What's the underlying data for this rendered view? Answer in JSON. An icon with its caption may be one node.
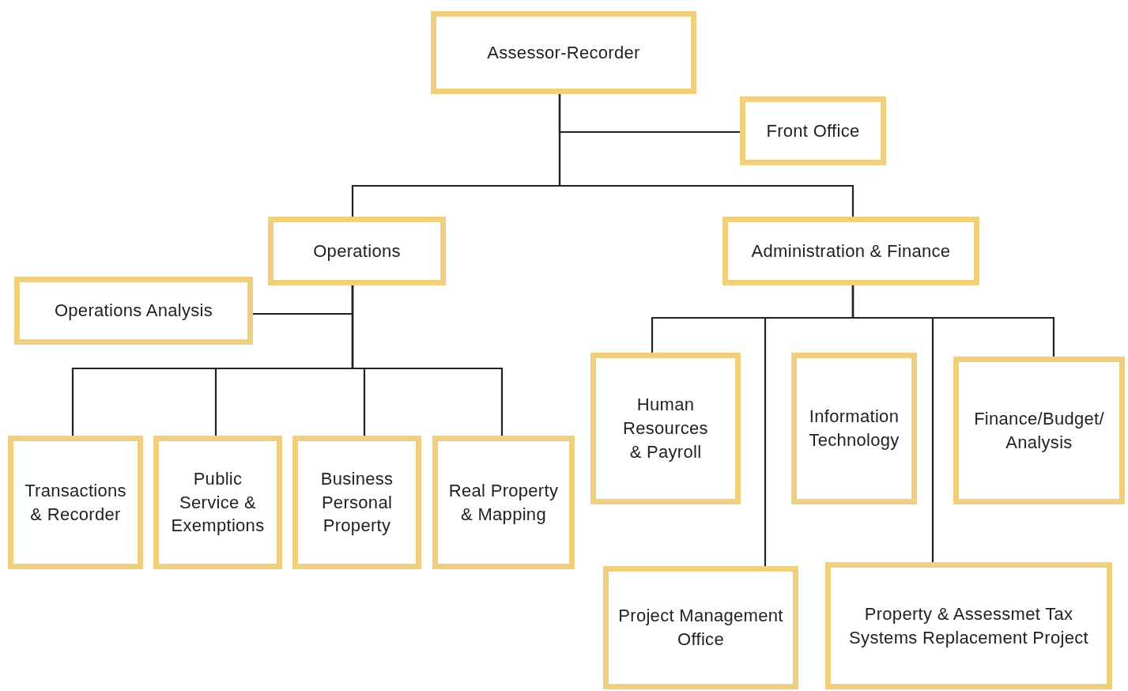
{
  "diagram": {
    "nodes": [
      {
        "text": [
          "Assessor-Recorder"
        ]
      },
      {
        "text": [
          "Front Office"
        ]
      },
      {
        "text": [
          "Operations"
        ]
      },
      {
        "text": [
          "Administration & Finance"
        ]
      },
      {
        "text": [
          "Operations Analysis"
        ]
      },
      {
        "text": [
          "Transactions & Recorder"
        ]
      },
      {
        "text": [
          "Public Service & Exemptions"
        ]
      },
      {
        "text": [
          "Business Personal Property"
        ]
      },
      {
        "text": [
          "Real Property & Mapping"
        ]
      },
      {
        "text": [
          "Human Resources & Payroll"
        ]
      },
      {
        "text": [
          "Information Technology"
        ]
      },
      {
        "text": [
          "Finance/Budget/ Analysis"
        ]
      },
      {
        "text": [
          "Project Management Office"
        ]
      },
      {
        "text": [
          "Property & Assessmet Tax Systems Replacement Project"
        ]
      }
    ],
    "edges": [
      {
        "from": 0,
        "to": 1,
        "arrow": "none"
      },
      {
        "from": 0,
        "to": 2,
        "arrow": "none"
      },
      {
        "from": 0,
        "to": 3,
        "arrow": "none"
      },
      {
        "from": 2,
        "to": 4,
        "arrow": "none"
      },
      {
        "from": 2,
        "to": 5,
        "arrow": "none"
      },
      {
        "from": 2,
        "to": 6,
        "arrow": "none"
      },
      {
        "from": 2,
        "to": 7,
        "arrow": "none"
      },
      {
        "from": 2,
        "to": 8,
        "arrow": "none"
      },
      {
        "from": 3,
        "to": 9,
        "arrow": "none"
      },
      {
        "from": 3,
        "to": 11,
        "arrow": "none"
      },
      {
        "from": 3,
        "to": 12,
        "arrow": "none"
      },
      {
        "from": 3,
        "to": 13,
        "arrow": "none"
      }
    ]
  }
}
